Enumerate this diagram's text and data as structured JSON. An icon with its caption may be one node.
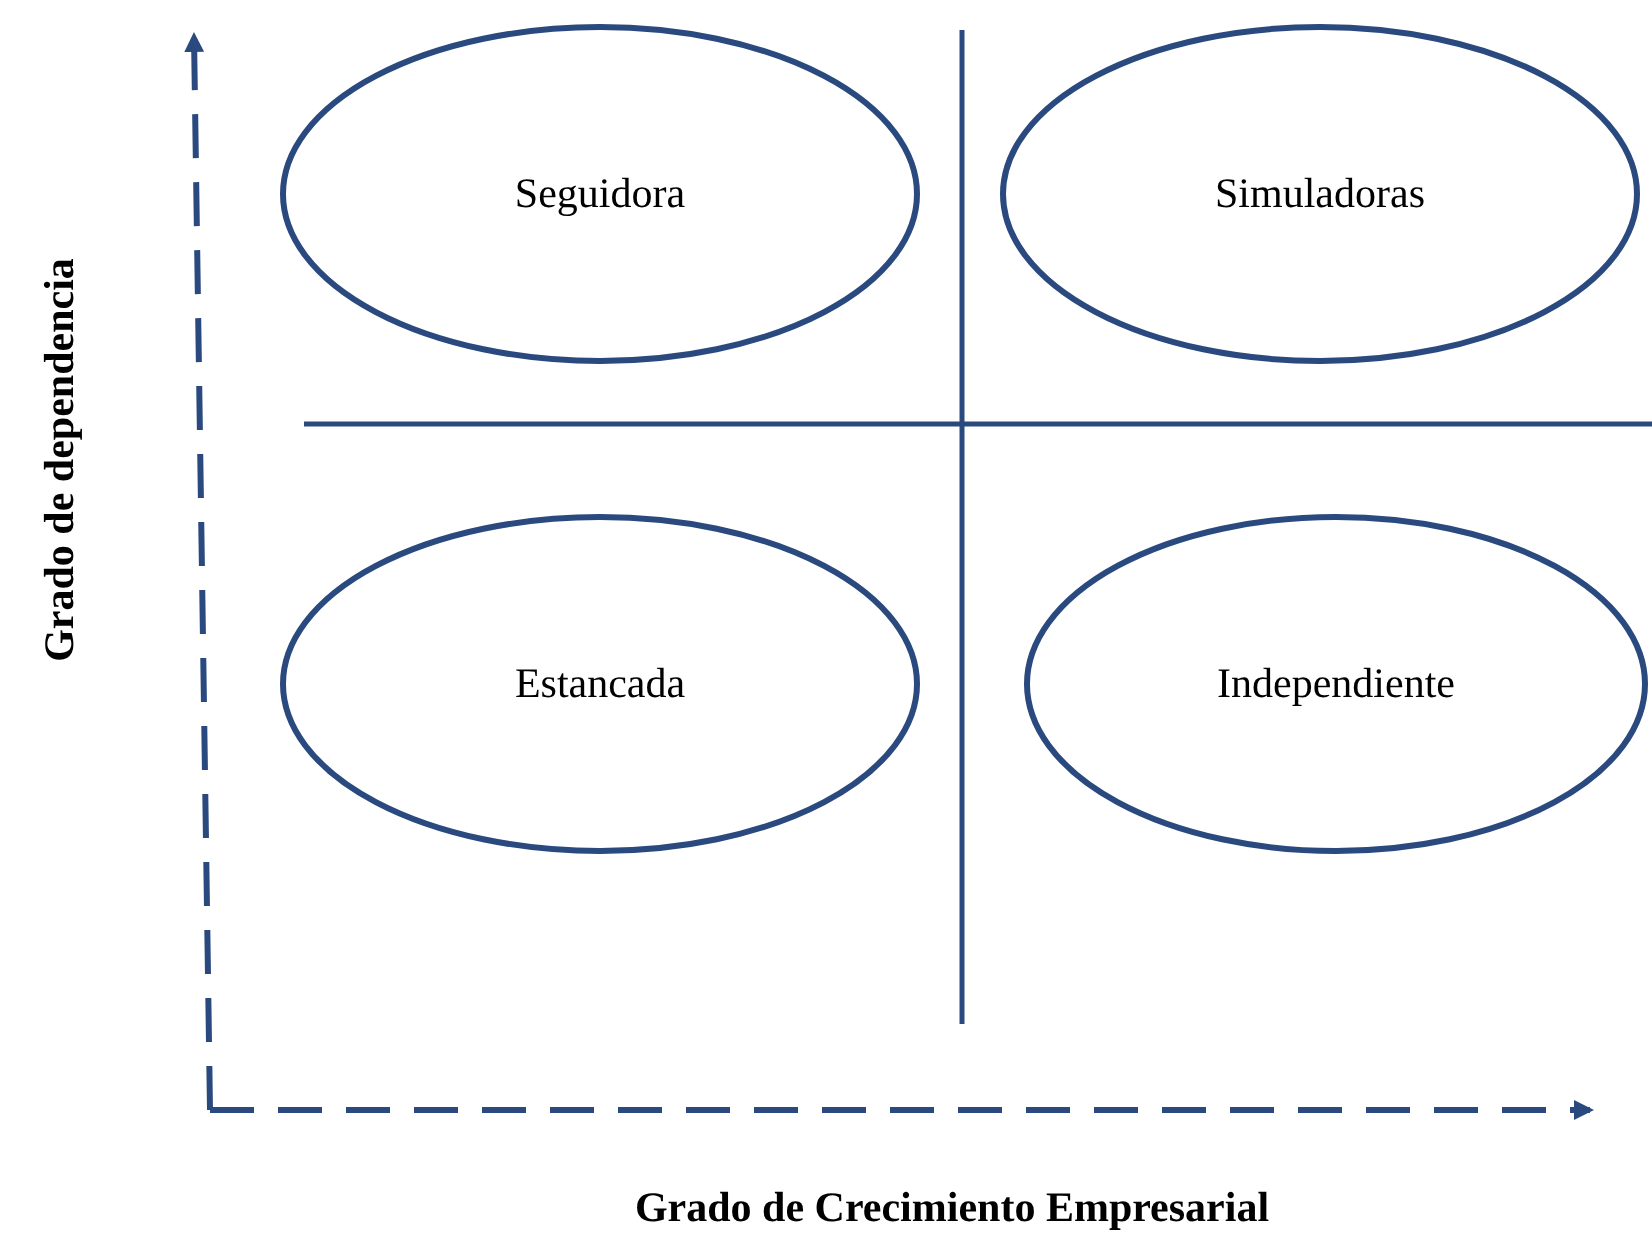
{
  "diagram": {
    "nodes": [
      {
        "text": [
          "Seguidora"
        ]
      },
      {
        "text": [
          "Simuladoras"
        ]
      },
      {
        "text": [
          "Estancada"
        ]
      },
      {
        "text": [
          "Independiente"
        ]
      }
    ],
    "labels": [
      "Grado de dependencia",
      "Grado de Crecimiento Empresarial"
    ]
  }
}
